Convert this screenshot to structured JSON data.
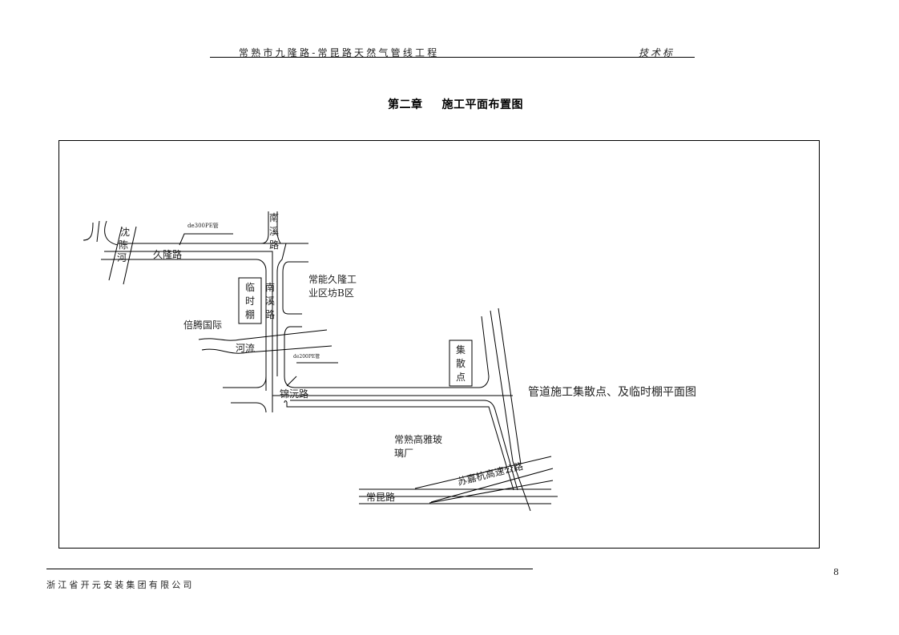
{
  "header": {
    "project_title": "常熟市九隆路-常昆路天然气管线工程",
    "doc_type": "技术标"
  },
  "chapter": {
    "number": "第二章",
    "title": "施工平面布置图"
  },
  "map": {
    "caption": "管道施工集散点、及临时棚平面图",
    "labels": {
      "river_shen": [
        "沈",
        "陈",
        "河"
      ],
      "jiulong_road": "久隆路",
      "pipe_de300": "de300PE管",
      "nanxi_road_top": [
        "南",
        "溪",
        "路"
      ],
      "nanxi_road_mid": [
        "南",
        "溪",
        "路"
      ],
      "temp_shed": [
        "临",
        "时",
        "棚"
      ],
      "industrial_zone_line1": "常能久隆工",
      "industrial_zone_line2": "业区坊B区",
      "beiteng": "倍腾国际",
      "river": "河流",
      "pipe_de200": "de200PE管",
      "collection_point": [
        "集",
        "散",
        "点"
      ],
      "jinyuan_road": "锦沅路",
      "glass_factory_line1": "常熟高雅玻",
      "glass_factory_line2": "璃厂",
      "expressway": "苏嘉杭高速公路",
      "changkun_road": "常昆路"
    },
    "line_color": "#000000"
  },
  "footer": {
    "company": "浙江省开元安装集团有限公司",
    "page_number": "8"
  }
}
